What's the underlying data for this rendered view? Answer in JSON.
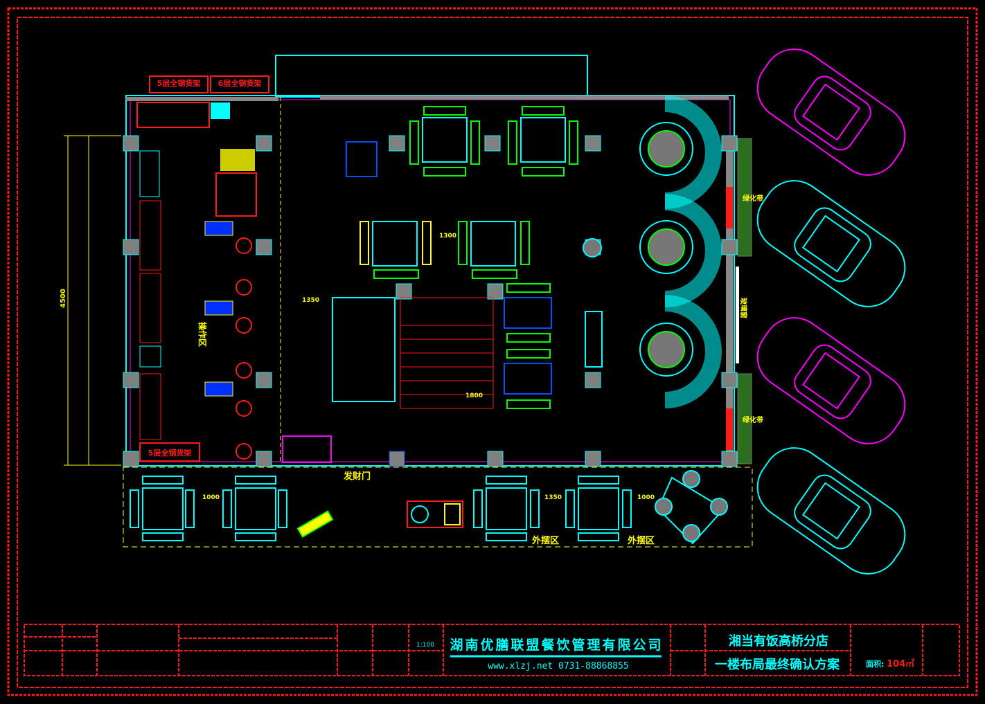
{
  "title_block": {
    "company": "湖南优膳联盟餐饮管理有限公司",
    "contact": "www.xlzj.net   0731-88868855",
    "project": "湘当有饭高桥分店",
    "drawing_title": "一楼布局最终确认方案",
    "area_label": "面积:",
    "area_value": "104㎡",
    "scale": "1:100"
  },
  "labels": {
    "equipment_1": "5层全钢货架",
    "equipment_2": "6层全钢货架",
    "equipment_3": "5层全钢货架",
    "door": "发财门",
    "outdoor_1": "外摆区",
    "outdoor_2": "外摆区",
    "work_area": "操作区",
    "planter_1": "绿化带",
    "planter_2": "绿化带",
    "window": "玻璃窗"
  },
  "dimensions": {
    "d1": "1350",
    "d2": "1300",
    "d3": "1000",
    "d4": "1350",
    "d5": "1000",
    "d6": "1800",
    "d7": "4500"
  },
  "colors": {
    "frame": "#ff1a1a",
    "wall": "#00ffff",
    "text": "#ffff00",
    "car_a": "#ff00ff",
    "car_b": "#00ffff",
    "furniture": "#00ff00",
    "column": "#808080"
  }
}
